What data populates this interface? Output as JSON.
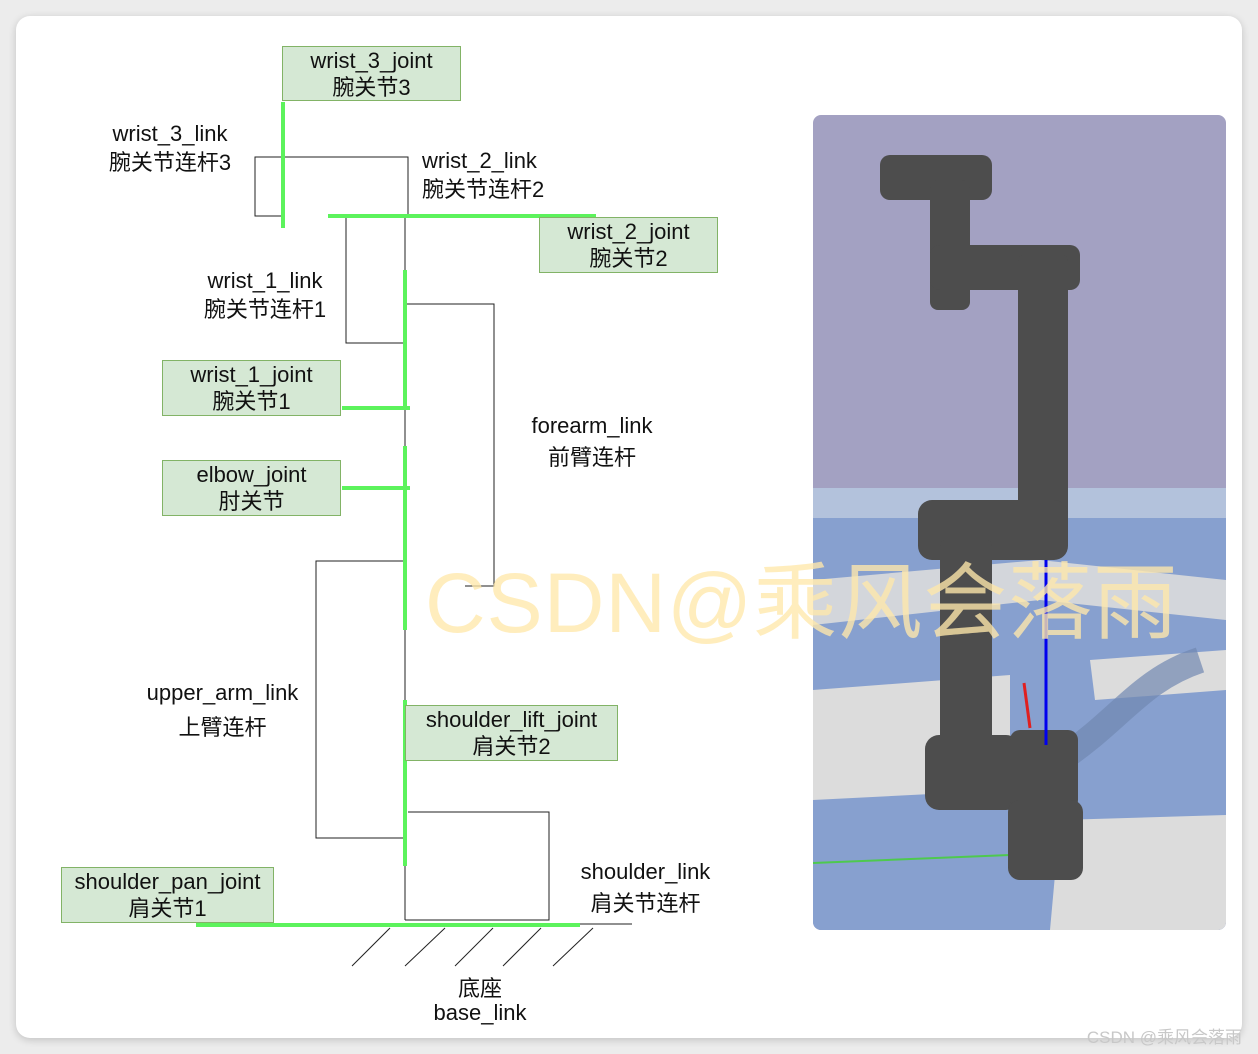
{
  "joints": {
    "wrist_3": {
      "name": "wrist_3_joint",
      "cn": "腕关节3"
    },
    "wrist_2": {
      "name": "wrist_2_joint",
      "cn": "腕关节2"
    },
    "wrist_1": {
      "name": "wrist_1_joint",
      "cn": "腕关节1"
    },
    "elbow": {
      "name": "elbow_joint",
      "cn": "肘关节"
    },
    "shoulder_lift": {
      "name": "shoulder_lift_joint",
      "cn": "肩关节2"
    },
    "shoulder_pan": {
      "name": "shoulder_pan_joint",
      "cn": "肩关节1"
    }
  },
  "links": {
    "wrist_3": {
      "name": "wrist_3_link",
      "cn": "腕关节连杆3"
    },
    "wrist_2": {
      "name": "wrist_2_link",
      "cn": "腕关节连杆2"
    },
    "wrist_1": {
      "name": "wrist_1_link",
      "cn": "腕关节连杆1"
    },
    "forearm": {
      "name": "forearm_link",
      "cn": "前臂连杆"
    },
    "upper_arm": {
      "name": "upper_arm_link",
      "cn": "上臂连杆"
    },
    "shoulder": {
      "name": "shoulder_link",
      "cn": "肩关节连杆"
    },
    "base": {
      "name": "base_link",
      "cn": "底座"
    }
  },
  "colors": {
    "joint_fill": "#d5e8d4",
    "joint_border": "#82b366",
    "joint_axis": "#5cf35c",
    "sky": "#a3a1c2",
    "floor_blue": "#87a0cf",
    "floor_white": "#dcdcdc",
    "robot": "#4d4d4d"
  },
  "watermark": "CSDN@乘风会落雨",
  "credit": "CSDN @乘风会落雨"
}
